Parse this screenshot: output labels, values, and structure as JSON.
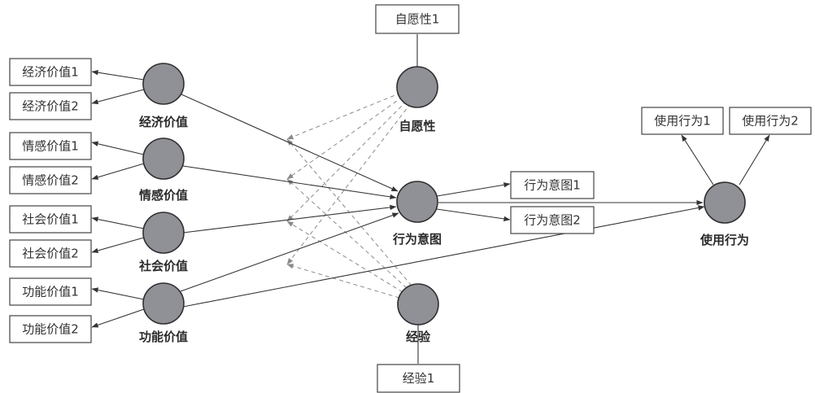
{
  "latent": {
    "economic": "经济价值",
    "emotional": "情感价值",
    "social": "社会价值",
    "functional": "功能价值",
    "voluntary": "自愿性",
    "intention": "行为意图",
    "experience": "经验",
    "behavior": "使用行为"
  },
  "indicators": {
    "econ1": "经济价值1",
    "econ2": "经济价值2",
    "emo1": "情感价值1",
    "emo2": "情感价值2",
    "soc1": "社会价值1",
    "soc2": "社会价值2",
    "func1": "功能价值1",
    "func2": "功能价值2",
    "vol1": "自愿性1",
    "int1": "行为意图1",
    "int2": "行为意图2",
    "exp1": "经验1",
    "use1": "使用行为1",
    "use2": "使用行为2"
  },
  "colors": {
    "node_fill": "#909097",
    "edge": "#333333",
    "moderator_edge": "#8a8a8a"
  }
}
